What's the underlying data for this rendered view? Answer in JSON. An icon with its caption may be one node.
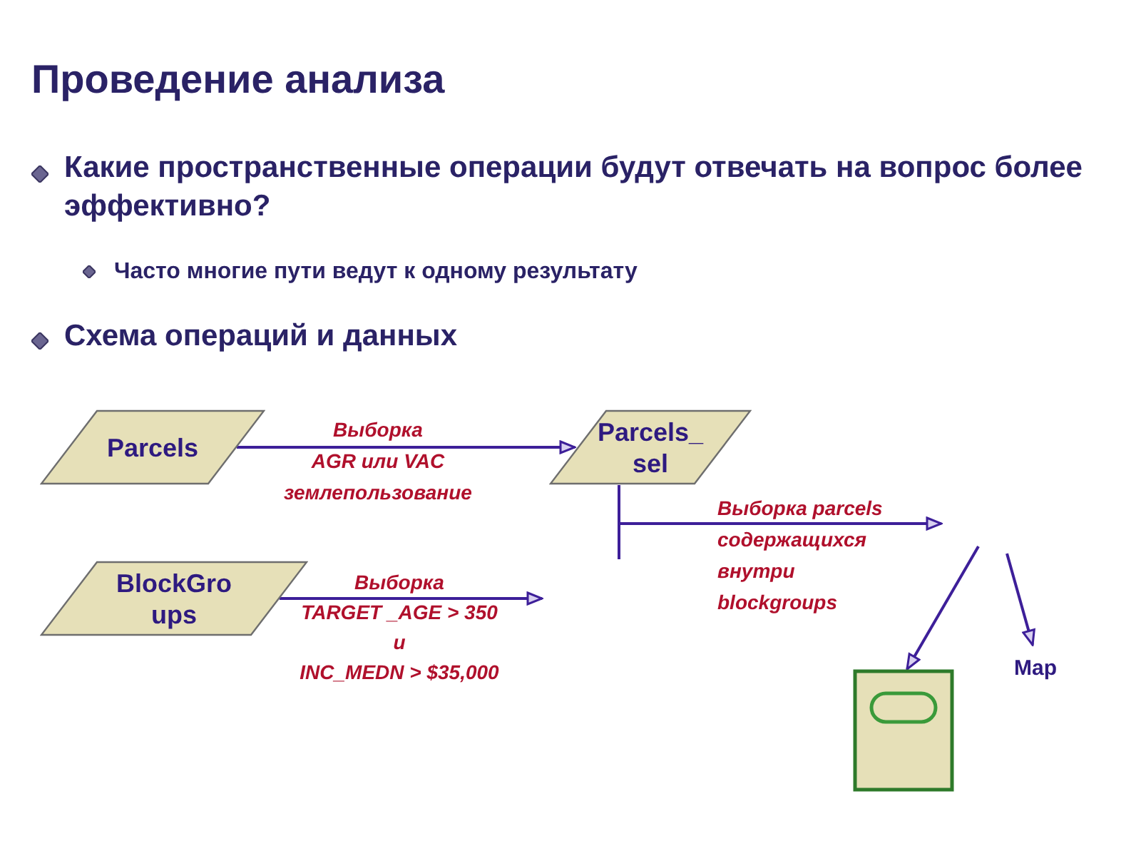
{
  "diagram": {
    "title": "Проведение анализа",
    "nodes": [
      {
        "text": [
          "Parcels"
        ]
      },
      {
        "text": [
          "Parcels_ sel"
        ]
      },
      {
        "text": [
          "BlockGro ups"
        ]
      },
      {
        "text": [],
        "shape": "box"
      },
      {
        "text": [
          "Map"
        ]
      }
    ],
    "edges": [
      {
        "from": 0,
        "to": 1,
        "arrow": "to",
        "label": "Выборка AGR или VAC землепользование"
      },
      {
        "from": 1,
        "to": null,
        "arrow": "to",
        "label": "Выборка parcels содержащихся внутри blockgroups"
      },
      {
        "from": 2,
        "to": null,
        "arrow": "to",
        "label": "Выборка TARGET _AGE > 350 и INC_MEDN > $35,000"
      },
      {
        "from": null,
        "to": 3,
        "arrow": "to"
      },
      {
        "from": null,
        "to": 4,
        "arrow": "to"
      }
    ],
    "labels": [
      "Какие пространственные операции будут отвечать на вопрос более эффективно?",
      "Часто многие пути ведут к одному результату",
      "Схема операций и данных"
    ]
  }
}
